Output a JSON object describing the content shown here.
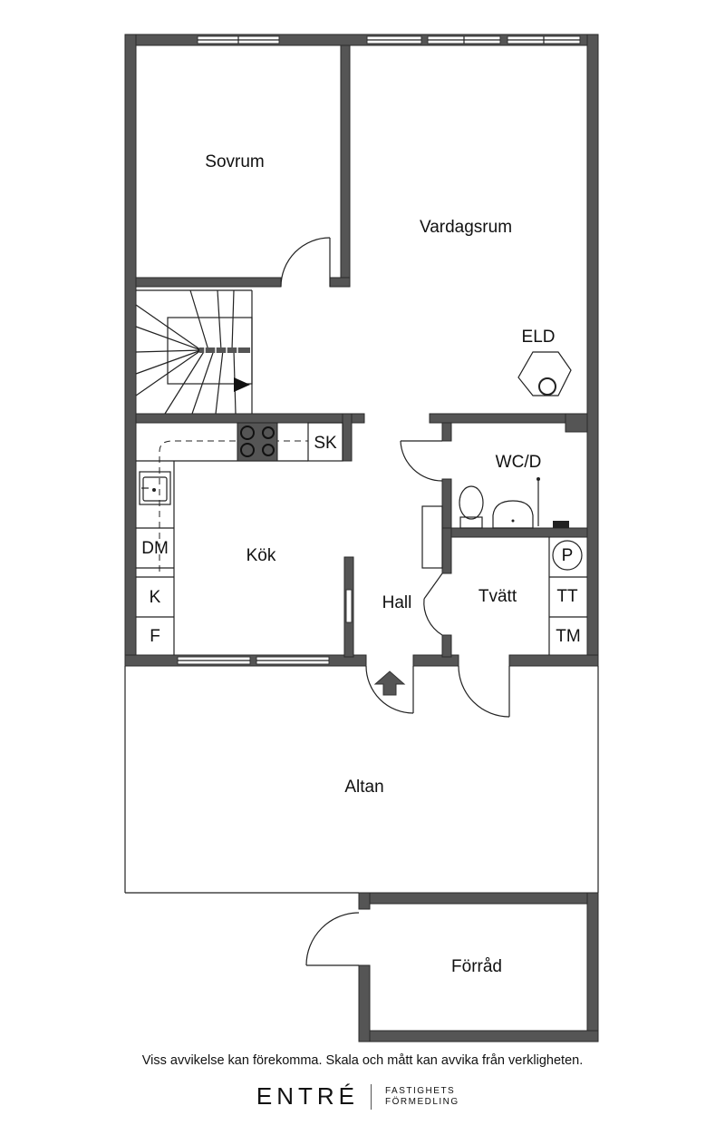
{
  "rooms": {
    "sovrum": "Sovrum",
    "vardagsrum": "Vardagsrum",
    "eld": "ELD",
    "sk": "SK",
    "wcd": "WC/D",
    "dm": "DM",
    "kok": "Kök",
    "p": "P",
    "k": "K",
    "hall": "Hall",
    "tvatt": "Tvätt",
    "tt": "TT",
    "f": "F",
    "tm": "TM",
    "altan": "Altan",
    "forrad": "Förråd"
  },
  "footer": {
    "disclaimer": "Viss avvikelse kan förekomma. Skala och mått kan avvika från verkligheten.",
    "brand": "ENTRÉ",
    "brand_sub_1": "FASTIGHETS",
    "brand_sub_2": "FÖRMEDLING"
  },
  "colors": {
    "wall": "#555555",
    "line": "#222222"
  }
}
